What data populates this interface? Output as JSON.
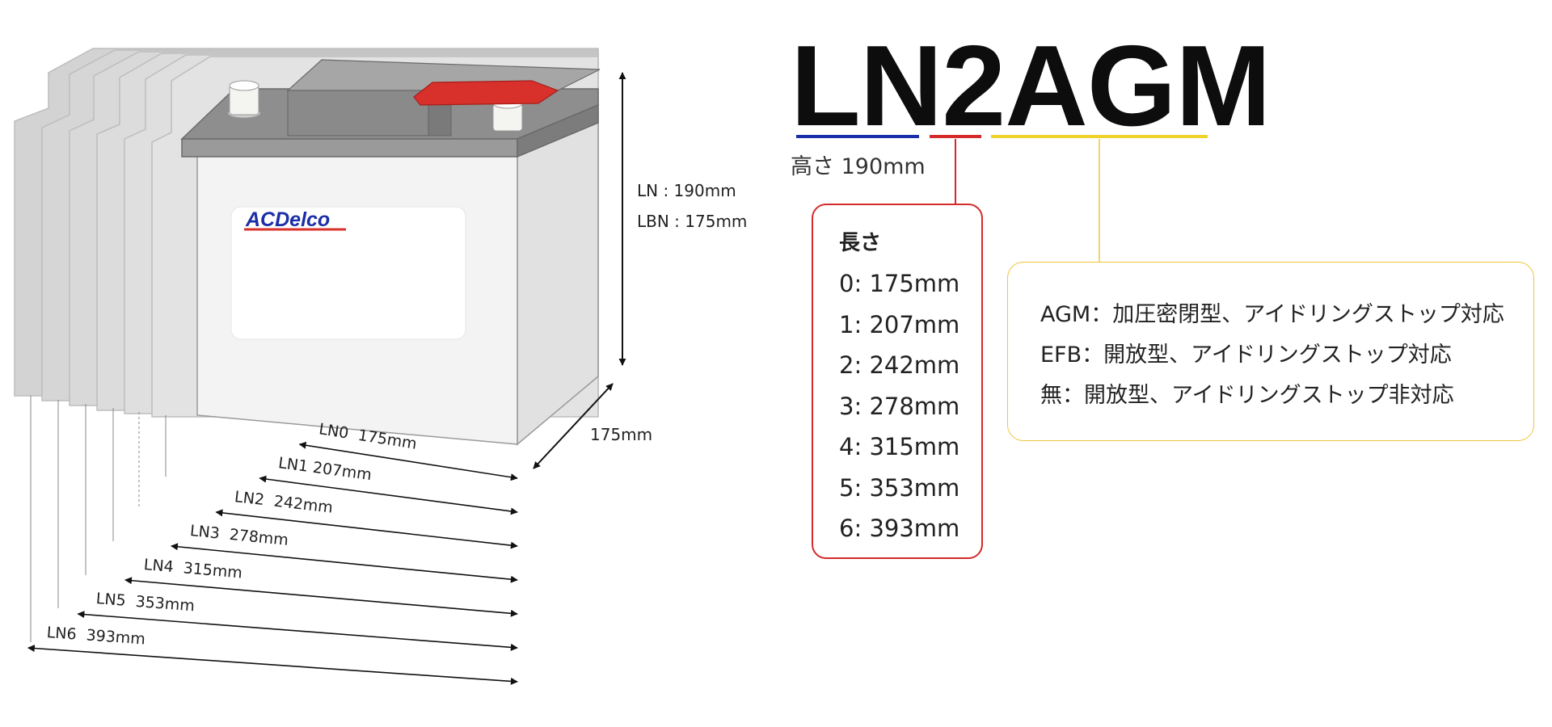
{
  "model": {
    "code": "LN2AGM",
    "height_label": "高さ 190mm"
  },
  "brand": {
    "logo_text": "ACDelco"
  },
  "dimensions": {
    "height_ln": "LN : 190mm",
    "height_lbn": "LBN : 175mm",
    "depth": "175mm",
    "lengths": [
      {
        "label": "LN0  175mm",
        "value_mm": 175
      },
      {
        "label": "LN1 207mm",
        "value_mm": 207
      },
      {
        "label": "LN2  242mm",
        "value_mm": 242
      },
      {
        "label": "LN3  278mm",
        "value_mm": 278
      },
      {
        "label": "LN4  315mm",
        "value_mm": 315
      },
      {
        "label": "LN5  353mm",
        "value_mm": 353
      },
      {
        "label": "LN6  393mm",
        "value_mm": 393
      }
    ]
  },
  "length_box": {
    "title": "長さ",
    "items": [
      "0: 175mm",
      "1: 207mm",
      "2: 242mm",
      "3: 278mm",
      "4: 315mm",
      "5: 353mm",
      "6: 393mm"
    ]
  },
  "type_box": {
    "items": [
      "AGM：加圧密閉型、アイドリングストップ対応",
      "EFB：開放型、アイドリングストップ対応",
      "無：開放型、アイドリングストップ非対応"
    ]
  },
  "colors": {
    "underline_ln": "#1a2ea8",
    "underline_size": "#d42a2a",
    "underline_type": "#f0d22c",
    "terminal_cap": "#d8302a",
    "accent_box_length": "#d42a2a",
    "accent_box_type": "#f0c63c"
  }
}
